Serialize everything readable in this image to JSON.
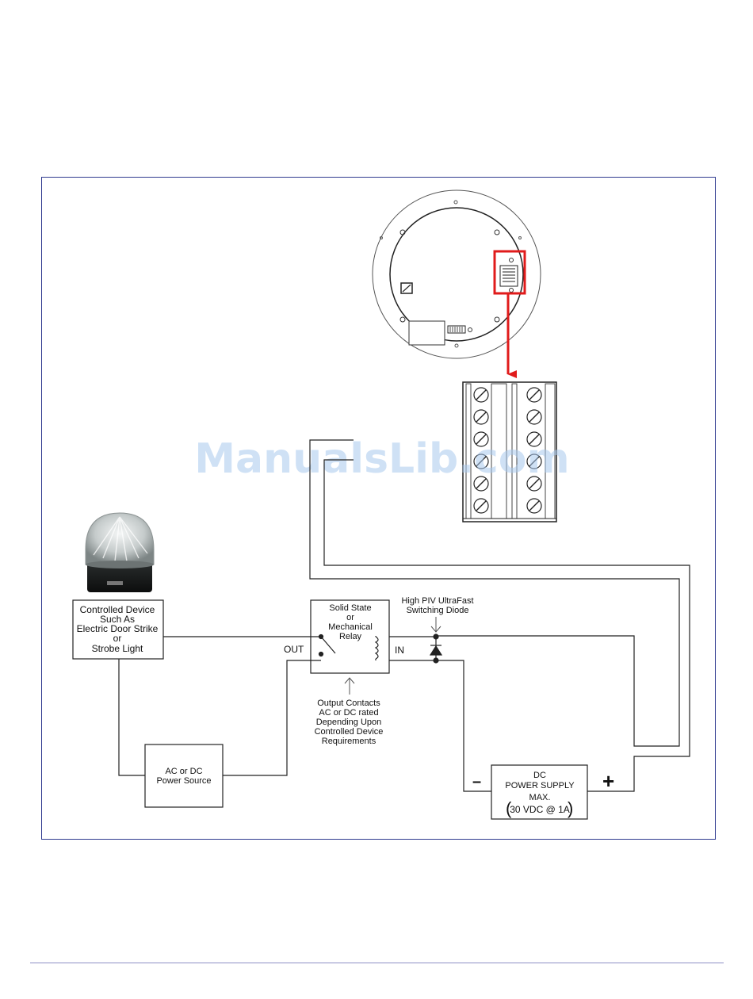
{
  "watermark": "ManualsLib.com",
  "colors": {
    "frame": "#2f3a8f",
    "wire": "#222222",
    "callout": "#e01b1b",
    "footer_rule": "#8d8fc4"
  },
  "controlled_device": {
    "lines": [
      "Controlled Device",
      "Such As",
      "Electric Door Strike",
      "or",
      "Strobe Light"
    ]
  },
  "relay": {
    "lines": [
      "Solid State",
      "or",
      "Mechanical",
      "Relay"
    ],
    "out_label": "OUT",
    "in_label": "IN"
  },
  "diode": {
    "lines": [
      "High PIV UltraFast",
      "Switching Diode"
    ]
  },
  "output_contacts": {
    "lines": [
      "Output Contacts",
      "AC or DC rated",
      "Depending Upon",
      "Controlled Device",
      "Requirements"
    ]
  },
  "power_source": {
    "lines": [
      "AC or DC",
      "Power Source"
    ]
  },
  "dc_supply": {
    "lines": [
      "DC",
      "POWER SUPPLY",
      "MAX."
    ],
    "rating": "30 VDC @ 1A",
    "minus": "–",
    "plus": "+"
  },
  "icons": {
    "strobe": "strobe-light-icon",
    "speaker": "ceiling-speaker-icon",
    "terminal": "terminal-block-icon"
  }
}
